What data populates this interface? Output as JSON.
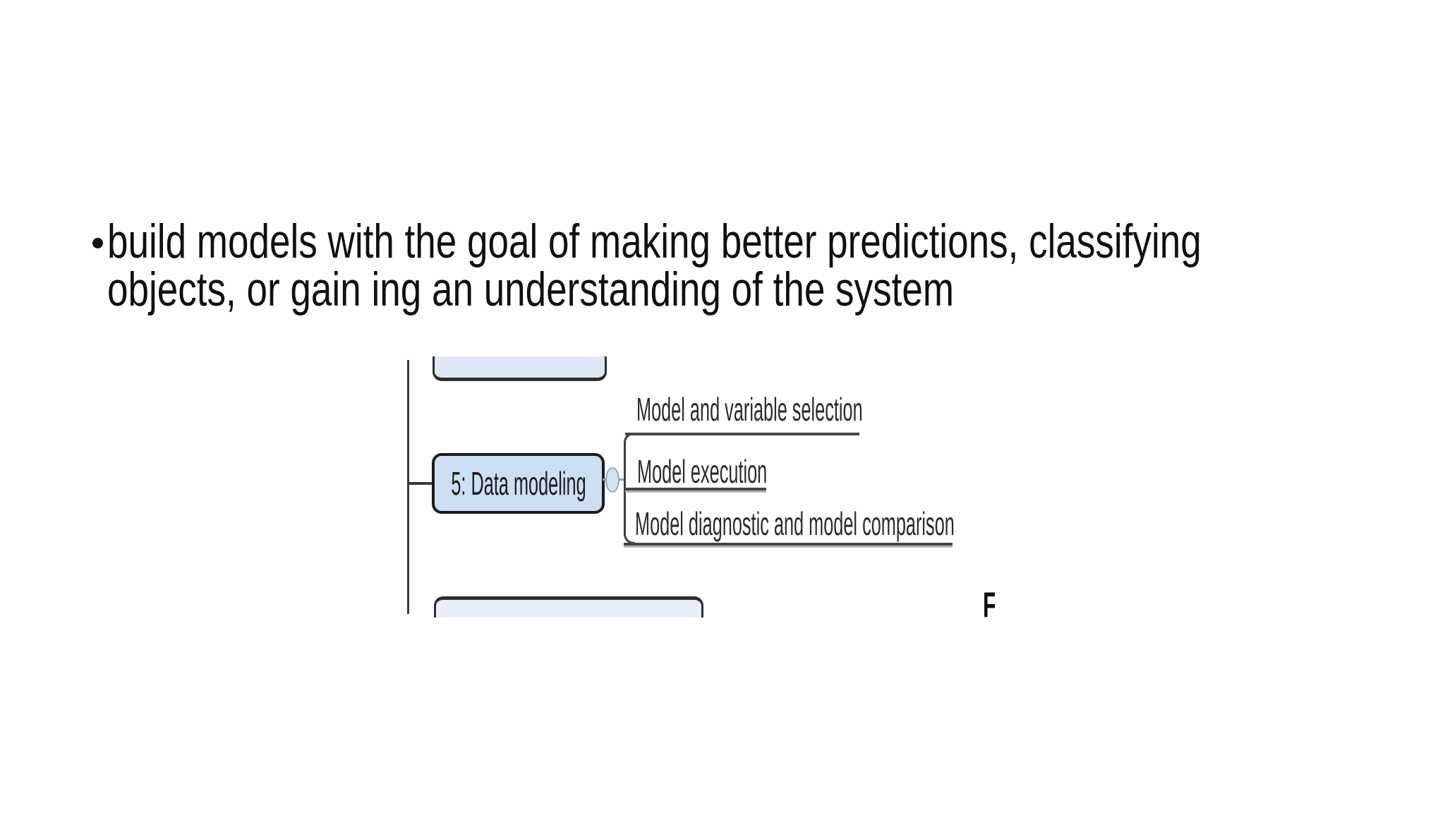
{
  "slide": {
    "background_color": "#ffffff",
    "bullet": {
      "glyph": "•",
      "lines": [
        "build models with the goal of making better predictions, classifying",
        "objects, or gain ing an understanding of the system"
      ],
      "full_text": "build models with the goal of making better predictions, classifying objects, or gain ing an understanding of the system"
    }
  },
  "diagram": {
    "type": "mind-map-figure",
    "root": {
      "label": "5: Data modeling"
    },
    "children": [
      {
        "label": "Model and variable selection"
      },
      {
        "label": "Model execution"
      },
      {
        "label": "Model diagnostic and model comparison"
      }
    ],
    "cropped_caption": "F",
    "colors": {
      "root_node_fill": "#cddff2",
      "partial_node_fill_top": "#dde7f5",
      "partial_node_fill_bottom": "#e9eff8",
      "node_border": "#1b1b1b",
      "connector_line": "#3a3a3a",
      "underline": "#464646",
      "underline_shadow": "#b5b5b5",
      "handle_fill": "#d3e4f0",
      "handle_border": "#98a6b4",
      "label_text": "#2b2b2b"
    }
  }
}
